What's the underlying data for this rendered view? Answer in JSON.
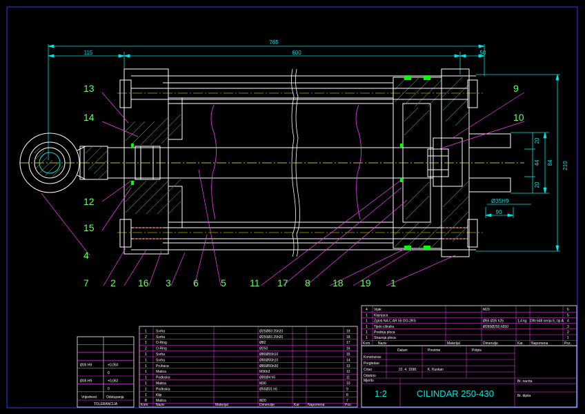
{
  "colors": {
    "background": "#000000",
    "frame": "#2f3dff",
    "part": "#ffffff",
    "dimension": "#00e5e5",
    "leader": "#ff3cff",
    "balloon": "#64ff64",
    "hatch": "#1fa84a",
    "seal": "#00ff00",
    "centerline": "#ffff00",
    "hidden": "#ff2020",
    "table_line": "#ff40ff",
    "table_text": "#ffffff"
  },
  "dimensions": {
    "overall": "765",
    "left": "115",
    "middle": "600",
    "right": "50",
    "dim_20_top": "20",
    "dim_20_bottom": "20",
    "dim_44": "44",
    "dim_84": "84",
    "dim_210": "210",
    "dim_90": "90",
    "bore": "Ø35H9"
  },
  "balloons": {
    "b13": "13",
    "b14": "14",
    "b12": "12",
    "b15": "15",
    "b4": "4",
    "b9": "9",
    "b10": "10",
    "b7": "7",
    "b2": "2",
    "b16": "16",
    "b3": "3",
    "b6": "6",
    "b5": "5",
    "b11": "11",
    "b17": "17",
    "b8": "8",
    "b18": "18",
    "b19": "19",
    "b1": "1"
  },
  "tolerance_table": {
    "rows": [
      {
        "fit": "",
        "dev": ""
      },
      {
        "fit": "",
        "dev": ""
      },
      {
        "fit": "",
        "dev": ""
      },
      {
        "fit": "Ø35 H9",
        "dev": "+0,050"
      },
      {
        "fit": "",
        "dev": "0"
      },
      {
        "fit": "Ø35 H9",
        "dev": "+0,062"
      },
      {
        "fit": "",
        "dev": "0"
      }
    ],
    "header_fit": "Vrijednost",
    "header_dev": "Odstupanja",
    "caption": "TOLERANCIJA"
  },
  "parts_list_middle": {
    "rows": [
      {
        "qty": "1",
        "name": "Svrha",
        "dim": "Ø25Ø83 25h20",
        "pos": "19"
      },
      {
        "qty": "2",
        "name": "Svrha",
        "dim": "Ø250Ø3 25h20",
        "pos": "18"
      },
      {
        "qty": "1",
        "name": "O-Ring",
        "dim": "Ø82",
        "pos": "17"
      },
      {
        "qty": "2",
        "name": "O-Ring",
        "dim": "Ø250",
        "pos": "16"
      },
      {
        "qty": "1",
        "name": "Svrha",
        "dim": "Ø80Ø55h10",
        "pos": "15"
      },
      {
        "qty": "1",
        "name": "Svrha",
        "dim": "Ø80Ø55h10",
        "pos": "14"
      },
      {
        "qty": "1",
        "name": "Pruhaca",
        "dim": "Ø80Ø55h30",
        "pos": "13"
      },
      {
        "qty": "1",
        "name": "Matica",
        "dim": "M36h3",
        "pos": "12"
      },
      {
        "qty": "1",
        "name": "Podloska",
        "dim": "Ø80Ø4 h5",
        "pos": "11"
      },
      {
        "qty": "1",
        "name": "Matica",
        "dim": "M30",
        "pos": "10"
      },
      {
        "qty": "1",
        "name": "Podloska",
        "dim": "Ø55Ø31 h5",
        "pos": "9"
      },
      {
        "qty": "1",
        "name": "Klip",
        "dim": "",
        "pos": "8"
      },
      {
        "qty": "8",
        "name": "Matica",
        "dim": "M20",
        "pos": "7"
      }
    ],
    "footer": [
      "Kom.",
      "Naziv",
      "Materijal",
      "Dimenzije",
      "Kar.",
      "Napomena",
      "Poz."
    ]
  },
  "parts_list_right": {
    "rows": [
      {
        "qty": "4",
        "name": "Vijak",
        "dim": "M20",
        "mass": "",
        "note": "",
        "pos": "6"
      },
      {
        "qty": "1",
        "name": "Klipnjaca",
        "dim": "",
        "mass": "",
        "note": "",
        "pos": "5"
      },
      {
        "qty": "1",
        "name": "Zglob NA C AR 55 DO-2RS",
        "dim": "Ø55 Ø35 h25",
        "mass": "1,4 kg",
        "note": "DIN 648 serija E, tip A",
        "pos": "4"
      },
      {
        "qty": "1",
        "name": "Tijelo cilindra",
        "dim": "Ø280Ø250 h550",
        "mass": "",
        "note": "",
        "pos": "3"
      },
      {
        "qty": "1",
        "name": "Prednja ploca",
        "dim": "",
        "mass": "",
        "note": "",
        "pos": "2"
      },
      {
        "qty": "1",
        "name": "Straznja ploca",
        "dim": "",
        "mass": "",
        "note": "",
        "pos": "1"
      }
    ],
    "footer": [
      "Kom.",
      "Naziv",
      "Materijal",
      "Dimenzije",
      "Kar.",
      "Napomena",
      "Poz."
    ]
  },
  "title_block": {
    "head_datum": "Datum",
    "head_prezime": "Prezime",
    "head_potpis": "Potpis",
    "konstruirao": "Konstruirao",
    "pregledao": "Pregledao",
    "crtao": "Crtao",
    "crtao_date": "22. 4. 1998.",
    "crtao_name": "K. Kuskan",
    "odobrio": "Odobrio",
    "mjerilo": "Mjerilo",
    "scale": "1:2",
    "title": "CILINDAR 250-430",
    "sheet1": "Br. nacrta",
    "sheet2": "Br. dijela"
  }
}
